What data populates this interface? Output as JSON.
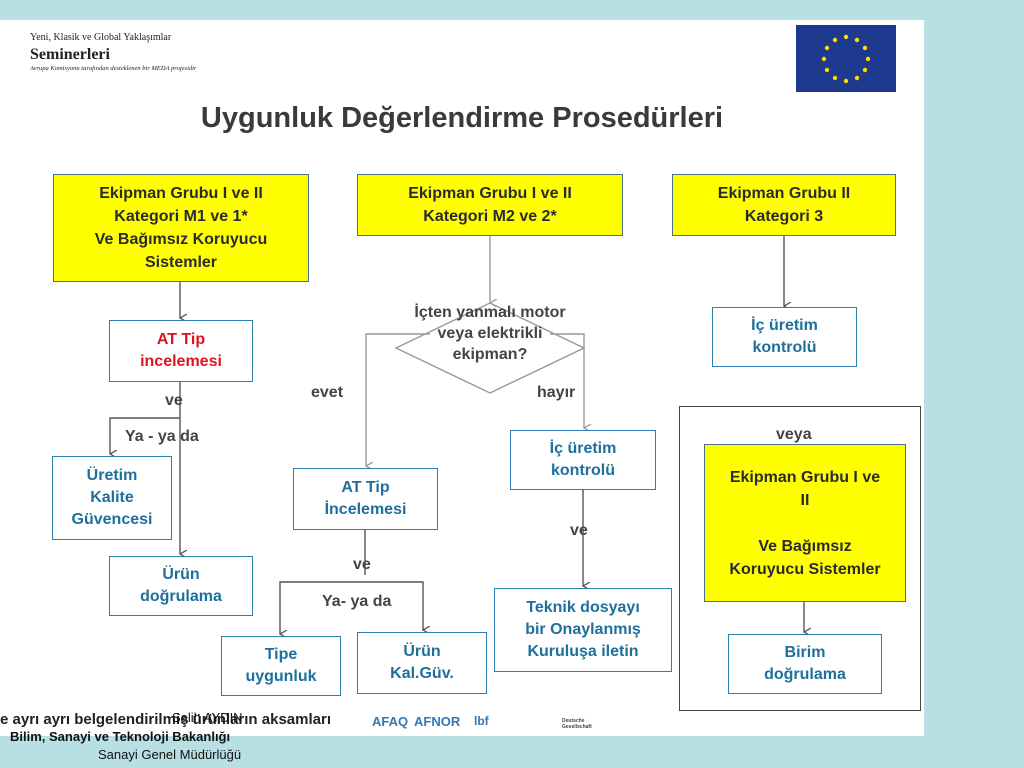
{
  "header": {
    "series": "Yeni, Klasik ve Global Yaklaşımlar",
    "seminar": "Seminerleri",
    "subline": "Avrupa Komisyonu tarafından desteklenen bir MEDA projesidir"
  },
  "title": "Uygunluk Değerlendirme Prosedürleri",
  "boxes": {
    "group_m1": "Ekipman Grubu I ve II\nKategori M1 ve 1*\nVe  Bağımsız Koruyucu\nSistemler",
    "group_m2": "Ekipman Grubu I ve II\nKategori M2 ve 2*",
    "group_cat3": "Ekipman Grubu II\nKategori 3",
    "at_tip_red": "AT Tip\nincelemesi",
    "uretim_kalite": "Üretim\nKalite\nGüvencesi",
    "urun_dogrulama": "Ürün\ndoğrulama",
    "at_tip_blue": "AT Tip\nİncelemesi",
    "tipe_uygunluk": "Tipe\nuygunluk",
    "urun_kalguv": "Ürün\nKal.Güv.",
    "ic_uretim_mid": "İç üretim\nkontrolü",
    "teknik_dosya": "Teknik dosyayı\nbir Onaylanmış\nKuruluşa iletin",
    "ic_uretim_right": "İç üretim\nkontrolü",
    "group_independent": "Ekipman Grubu I ve\nII\n\nVe  Bağımsız\nKoruyucu Sistemler",
    "birim_dogrulama": "Birim\ndoğrulama"
  },
  "labels": {
    "decision": "İçten yanmalı motor\nveya elektrikli\nekipman?",
    "evet": "evet",
    "hayir": "hayır",
    "ve_left": "ve",
    "ya_yada_left": "Ya - ya da",
    "ve_mid": "ve",
    "ya_yada_mid": "Ya- ya da",
    "ve_right": "ve",
    "veya": "veya"
  },
  "footer_strip": "e ayrı ayrı belgelendirilmiş ürünların aksamları",
  "logos": [
    "AFAQ",
    "AFNOR",
    "lbf",
    "Deutsche Gesellschaft"
  ],
  "footer": {
    "name": "Salih AYDIN",
    "ministry": "Bilim, Sanayi ve Teknoloji Bakanlığı",
    "directorate": "Sanayi Genel Müdürlüğü"
  },
  "colors": {
    "box_yellow": "#ffff00",
    "box_border_blue": "#2d7fb0",
    "text_blue": "#1e6f9c",
    "text_red": "#e0141e",
    "background": "#b8dfe2",
    "eu_blue": "#1d3a8e",
    "eu_star": "#ffdd00"
  }
}
